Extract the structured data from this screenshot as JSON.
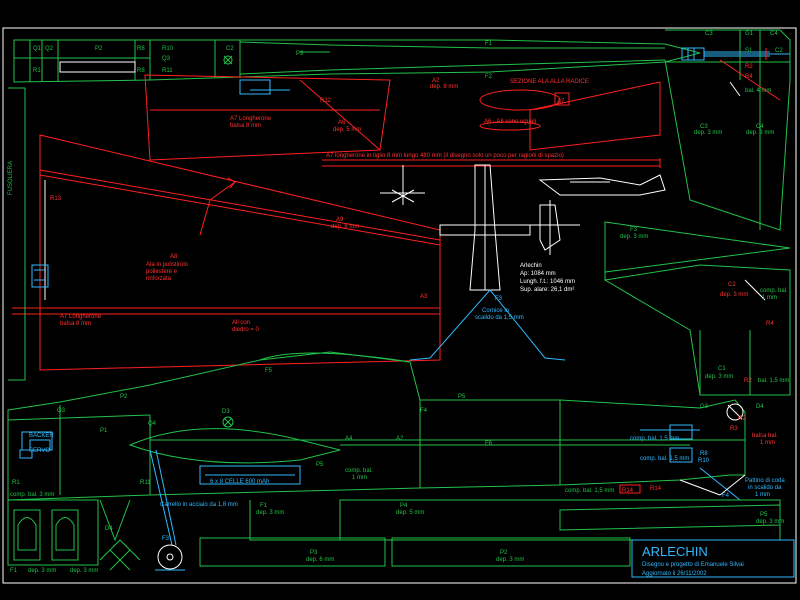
{
  "colors": {
    "background": "#000000",
    "green": "#22c24a",
    "red": "#ff2020",
    "cyan": "#30b8ff",
    "white": "#ffffff",
    "magenta": "#c030c0"
  },
  "title_block": {
    "name": "ARLECHIN",
    "line1": "Disegno e progetto di Emanuele Silvai",
    "line2": "Aggiornato il 26/11/2002"
  },
  "specs": {
    "model": "Arlechin",
    "wingspan": "Ap: 1084 mm",
    "length": "Lungh. f.t.: 1046 mm",
    "area": "Sup. alare: 26,1 dm²"
  },
  "labels": {
    "f1": "F1",
    "f2": "F2",
    "f3": "F3",
    "f4": "F4",
    "f5": "F5",
    "f6": "F6",
    "p1": "P1",
    "p2": "P2",
    "p3": "P3",
    "p4": "P4",
    "p5": "P5",
    "r1": "R1",
    "r2": "R2",
    "r3": "R3",
    "r4": "R4",
    "r8": "R8",
    "r10": "R10",
    "r11": "R11",
    "r12": "R12",
    "r13": "R13",
    "r14": "R14",
    "q1": "Q1",
    "q2": "Q2",
    "q3": "Q3",
    "q4": "Q4",
    "c1": "C1",
    "c2": "C2",
    "c3": "C3",
    "c4": "C4",
    "d1": "D1",
    "d3": "D3",
    "d4": "D4",
    "a2": "A2",
    "a3": "A3",
    "a4": "A4",
    "a7": "A7",
    "a9": "A9",
    "s1": "S1",
    "s2": "S2",
    "g1": "G1",
    "g3": "G3",
    "sezione": "SEZIONE ALA ALLA RADICE",
    "a6_a8": "A6 - A8 sono uguali",
    "a7_long": "A7  longherone in tiglio 8 mm lungo 480 mm (il disegno solo un poco per ragioni di spazio)",
    "a7_top": "A7 Longherone",
    "a7_top2": "balsa 8 mm",
    "a7_bot": "A7 Longherone",
    "a7_bot2": "balsa 8 mm",
    "a8": "A8",
    "a8_desc1": "Ala in polistirolo",
    "a8_desc2": "poliestere e",
    "a8_desc3": "rinforzata",
    "a6_dep": "dep. 5 mm",
    "a6": "A6",
    "a2_dep": "dep. 8 mm",
    "a9_dep": "dep. 8 mm",
    "alicon1": "All con",
    "alicon2": "diedro = 0",
    "fusoliera": "FUSOLIERA",
    "f3_dep": "dep. 3 mm",
    "c2_dep": "dep. 3 mm",
    "c3_dep": "dep. 3 mm",
    "c4_dep": "dep. 3 mm",
    "c1_dep": "dep. 3 mm",
    "r4_bal": "bal. 4 mm",
    "comp_bal": "comp. bal.",
    "comp_bal2": "1 mm",
    "bal15": "bal. 1,5 mm",
    "cornice1": "Cornice in",
    "cornice2": "scalido da 1,5 mm",
    "backer": "BACKER",
    "servo": "SERVO",
    "batt": "6 x 8 CELLE 600 mAh",
    "carrello": "Carrello in acciaio da 1,8 mm",
    "comp_bal_bot": "comp. bal. 3 mm",
    "comp_bal_mid": "comp. bal.",
    "comp_bal_mid2": "1 mm",
    "comp_bal_15": "comp. bal. 1,5 mm",
    "balsa_bal1": "balsa bal.",
    "balsa_bal2": "1 mm",
    "pattino1": "Pattino di coda",
    "pattino2": "in scalido da",
    "pattino3": "1 mm",
    "comp_bal_tr": "comp. bal. 1,5 mm",
    "comp_bal_tr2": "comp. bal. 1,5 mm",
    "dep3a": "dep. 3 mm",
    "dep3b": "dep. 3 mm",
    "dep3c": "dep. 3 mm",
    "dep3d": "dep. 3 mm",
    "dep5": "dep. 5 mm",
    "dep6": "dep. 6 mm",
    "p1_label": "F1",
    "p2_label": "P2",
    "p5_label": "P5",
    "p3_label": "P3",
    "bottom_dep3": "dep. 3 mm",
    "bottom_dep3b": "dep. 3 mm",
    "q3_title": "Q3"
  }
}
